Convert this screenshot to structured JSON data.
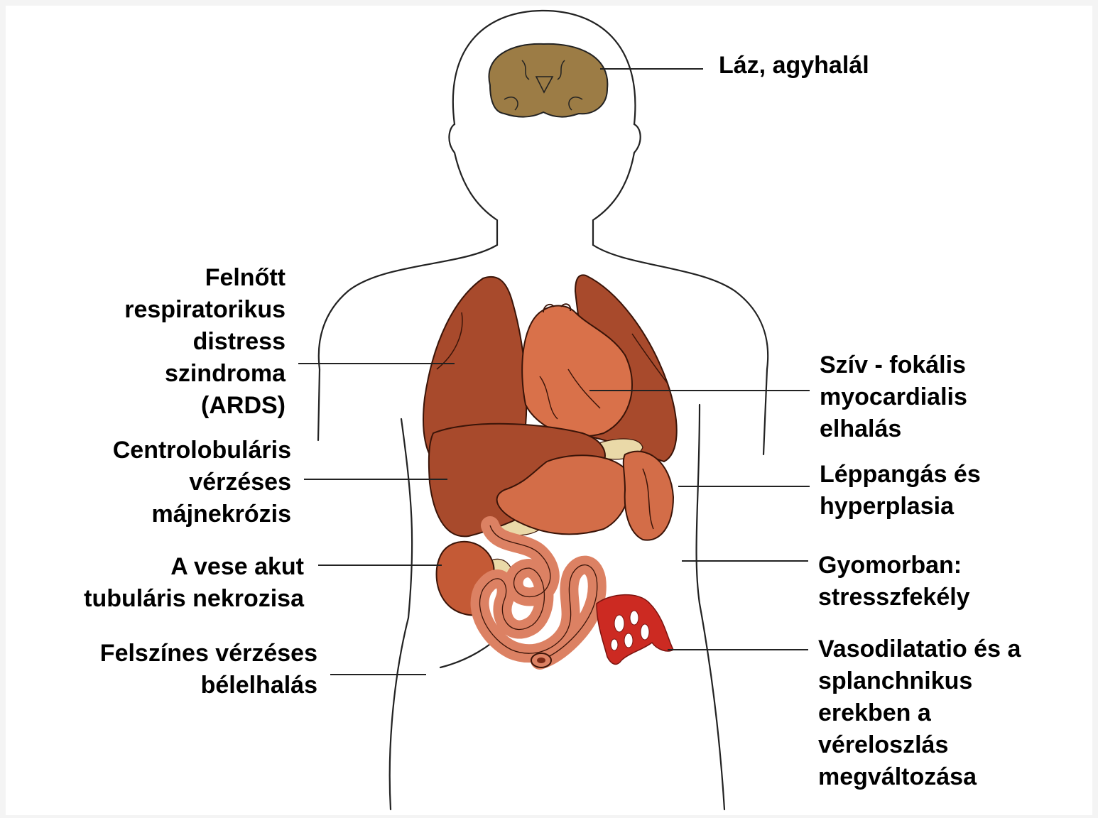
{
  "colors": {
    "background": "#ffffff",
    "outline": "#222222",
    "brain": "#9c7c45",
    "lung": "#a84a2c",
    "heart": "#d9714a",
    "liver": "#a84a2c",
    "intestine": "#dc8163",
    "stomach_spleen": "#d36d48",
    "kidney": "#c45a36",
    "mesentery_vessels": "#cc2a22",
    "fat": "#ead9a8"
  },
  "labels": {
    "brain": "Láz, agyhalál",
    "lung": [
      "Felnőtt",
      "respiratorikus",
      "distress",
      "szindroma",
      "(ARDS)"
    ],
    "heart": [
      "Szív - fokális",
      "myocardialis",
      "elhalás"
    ],
    "liver": [
      "Centrolobuláris",
      "vérzéses",
      "májnekrózis"
    ],
    "spleen": [
      "Léppangás és",
      "hyperplasia"
    ],
    "kidney": [
      "A vese akut",
      "tubuláris nekrozisa"
    ],
    "stomach": [
      "Gyomorban:",
      "stresszfekély"
    ],
    "intestine": [
      "Felszínes vérzéses",
      "bélelhalás"
    ],
    "splanchnic": [
      "Vasodilatatio és a",
      "splanchnikus",
      "erekben a",
      "véreloszlás",
      "megváltozása"
    ]
  }
}
